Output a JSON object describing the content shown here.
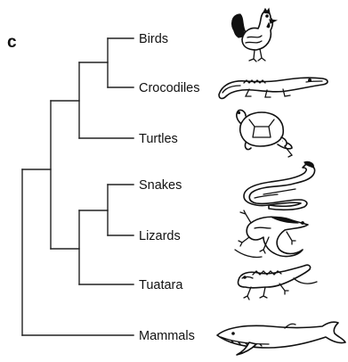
{
  "figure": {
    "panel_letter": "c",
    "taxa": [
      {
        "label": "Birds",
        "icon": "rooster-icon"
      },
      {
        "label": "Crocodiles",
        "icon": "crocodile-icon"
      },
      {
        "label": "Turtles",
        "icon": "turtle-icon"
      },
      {
        "label": "Snakes",
        "icon": "snake-icon"
      },
      {
        "label": "Lizards",
        "icon": "lizard-icon"
      },
      {
        "label": "Tuatara",
        "icon": "tuatara-icon"
      },
      {
        "label": "Mammals",
        "icon": "whale-icon"
      }
    ],
    "tree": "(((((Birds,Crocodiles),Turtles),((Snakes,Lizards),Tuatara)),Mammals))",
    "colors": {
      "line": "#222222",
      "text": "#111111",
      "background": "#ffffff"
    }
  }
}
